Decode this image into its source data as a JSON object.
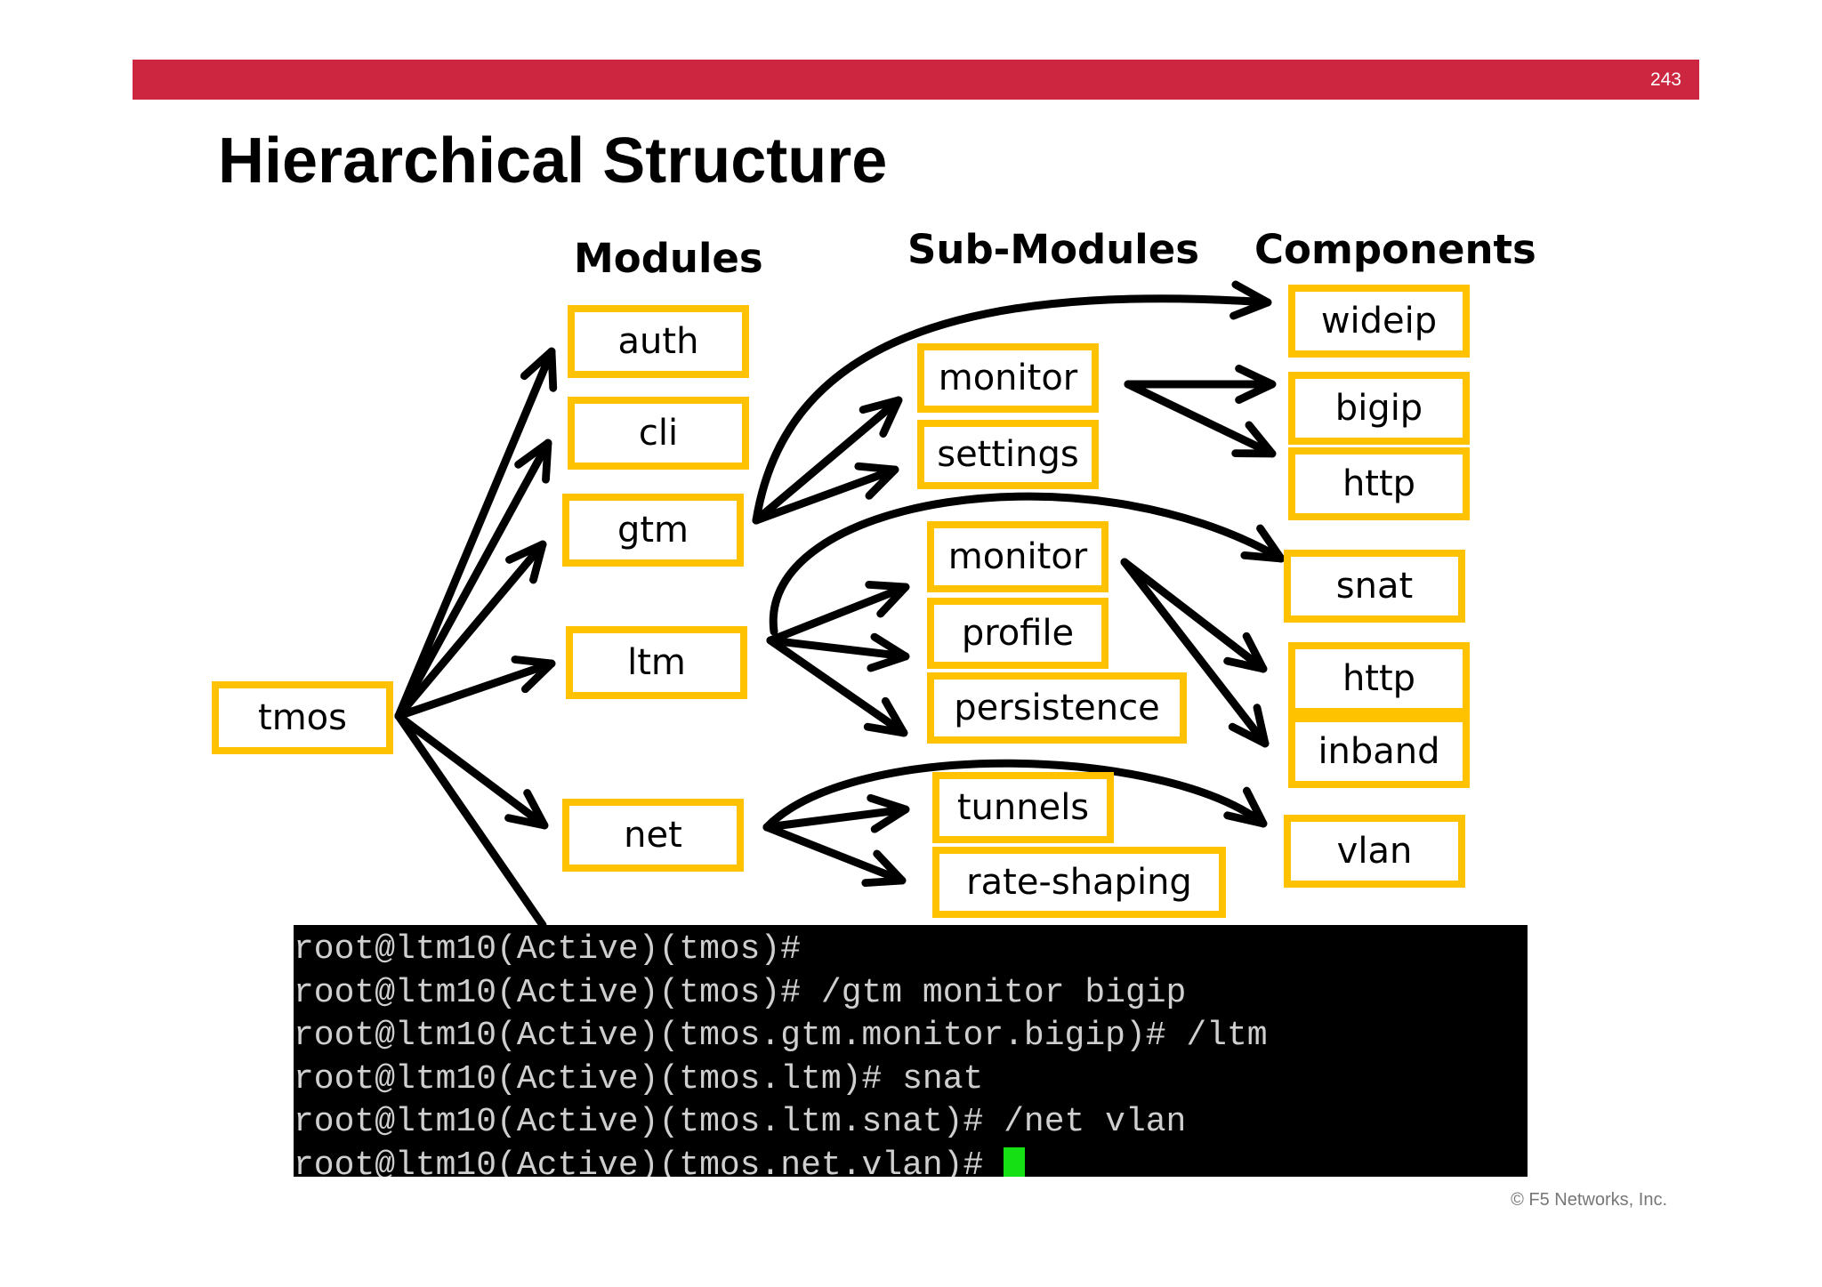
{
  "slide": {
    "page_number": "243",
    "title": "Hierarchical Structure",
    "copyright": "© F5 Networks, Inc.",
    "accent_color": "#cd2641",
    "box_color": "#ffc200"
  },
  "columns": {
    "modules": "Modules",
    "submodules": "Sub-Modules",
    "components": "Components"
  },
  "nodes": {
    "root": "tmos",
    "modules": [
      "auth",
      "cli",
      "gtm",
      "ltm",
      "net"
    ],
    "gtm_submodules": [
      "monitor",
      "settings"
    ],
    "ltm_submodules": [
      "monitor",
      "profile",
      "persistence"
    ],
    "net_submodules": [
      "tunnels",
      "rate-shaping"
    ],
    "gtm_components": [
      "wideip",
      "bigip",
      "http"
    ],
    "ltm_components": [
      "snat",
      "http",
      "inband"
    ],
    "net_components": [
      "vlan"
    ]
  },
  "terminal": {
    "lines": [
      "root@ltm10(Active)(tmos)#",
      "root@ltm10(Active)(tmos)# /gtm monitor bigip",
      "root@ltm10(Active)(tmos.gtm.monitor.bigip)# /ltm",
      "root@ltm10(Active)(tmos.ltm)# snat",
      "root@ltm10(Active)(tmos.ltm.snat)# /net vlan",
      "root@ltm10(Active)(tmos.net.vlan)# "
    ],
    "cursor_color": "#14e014"
  }
}
